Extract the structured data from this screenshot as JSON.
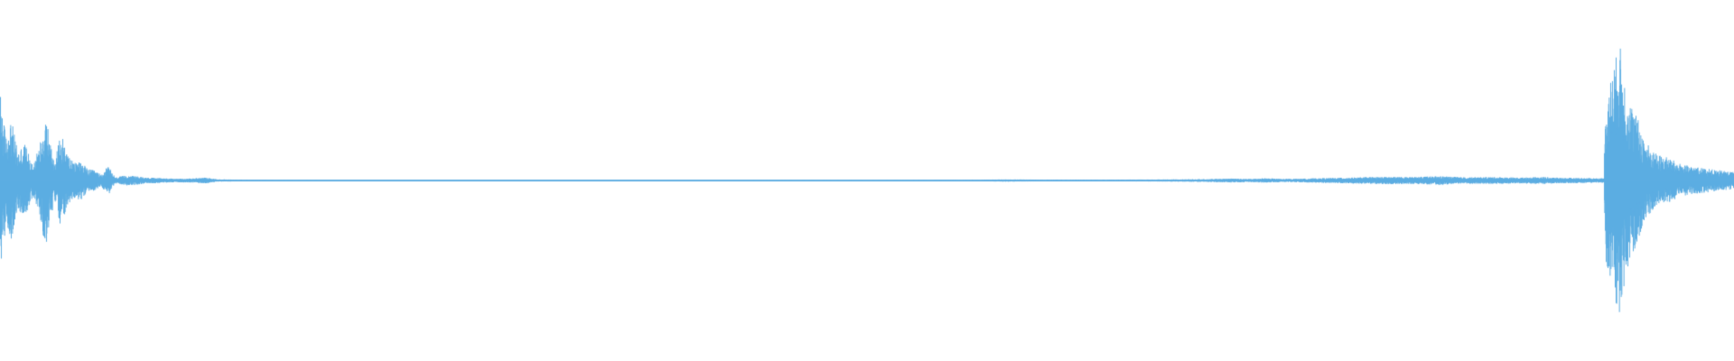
{
  "waveform": {
    "color": "#5dade2",
    "background": "#ffffff",
    "amplitude_envelope": [
      [
        0.0,
        0.6
      ],
      [
        0.003,
        0.3
      ],
      [
        0.006,
        0.42
      ],
      [
        0.01,
        0.2
      ],
      [
        0.014,
        0.26
      ],
      [
        0.018,
        0.12
      ],
      [
        0.022,
        0.22
      ],
      [
        0.026,
        0.48
      ],
      [
        0.028,
        0.3
      ],
      [
        0.031,
        0.14
      ],
      [
        0.035,
        0.34
      ],
      [
        0.038,
        0.2
      ],
      [
        0.042,
        0.12
      ],
      [
        0.046,
        0.14
      ],
      [
        0.05,
        0.08
      ],
      [
        0.054,
        0.07
      ],
      [
        0.058,
        0.04
      ],
      [
        0.062,
        0.1
      ],
      [
        0.066,
        0.02
      ],
      [
        0.072,
        0.035
      ],
      [
        0.078,
        0.03
      ],
      [
        0.084,
        0.02
      ],
      [
        0.09,
        0.018
      ],
      [
        0.1,
        0.012
      ],
      [
        0.11,
        0.014
      ],
      [
        0.118,
        0.02
      ],
      [
        0.125,
        0.008
      ],
      [
        0.14,
        0.006
      ],
      [
        0.16,
        0.004
      ],
      [
        0.18,
        0.004
      ],
      [
        0.2,
        0.003
      ],
      [
        0.24,
        0.003
      ],
      [
        0.28,
        0.003
      ],
      [
        0.32,
        0.003
      ],
      [
        0.36,
        0.003
      ],
      [
        0.4,
        0.003
      ],
      [
        0.44,
        0.004
      ],
      [
        0.48,
        0.004
      ],
      [
        0.52,
        0.004
      ],
      [
        0.56,
        0.005
      ],
      [
        0.58,
        0.008
      ],
      [
        0.6,
        0.006
      ],
      [
        0.64,
        0.006
      ],
      [
        0.68,
        0.008
      ],
      [
        0.7,
        0.01
      ],
      [
        0.71,
        0.014
      ],
      [
        0.72,
        0.01
      ],
      [
        0.73,
        0.016
      ],
      [
        0.74,
        0.01
      ],
      [
        0.755,
        0.014
      ],
      [
        0.77,
        0.018
      ],
      [
        0.785,
        0.022
      ],
      [
        0.8,
        0.026
      ],
      [
        0.815,
        0.024
      ],
      [
        0.83,
        0.03
      ],
      [
        0.845,
        0.022
      ],
      [
        0.86,
        0.024
      ],
      [
        0.875,
        0.02
      ],
      [
        0.89,
        0.024
      ],
      [
        0.902,
        0.018
      ],
      [
        0.925,
        0.015
      ],
      [
        0.926,
        0.55
      ],
      [
        0.93,
        0.75
      ],
      [
        0.934,
        0.95
      ],
      [
        0.937,
        0.7
      ],
      [
        0.94,
        0.55
      ],
      [
        0.944,
        0.45
      ],
      [
        0.948,
        0.3
      ],
      [
        0.952,
        0.22
      ],
      [
        0.956,
        0.18
      ],
      [
        0.962,
        0.16
      ],
      [
        0.968,
        0.12
      ],
      [
        0.974,
        0.1
      ],
      [
        0.98,
        0.09
      ],
      [
        0.986,
        0.08
      ],
      [
        0.992,
        0.07
      ],
      [
        1.0,
        0.06
      ]
    ]
  }
}
